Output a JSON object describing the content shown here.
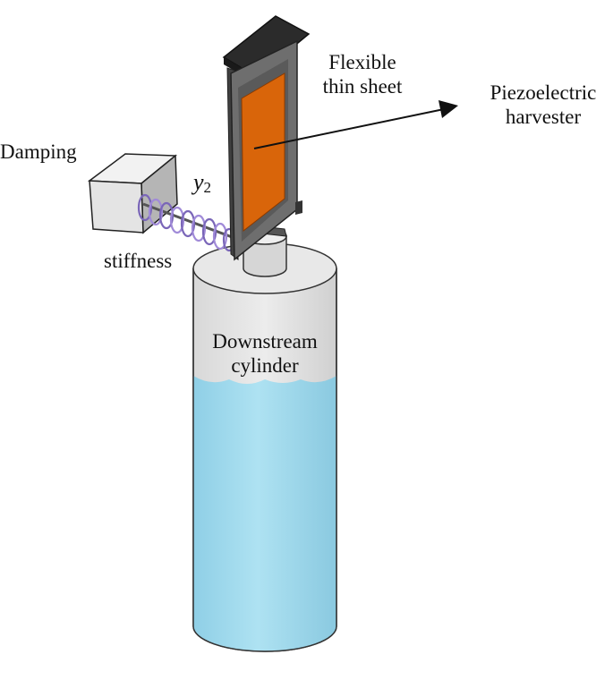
{
  "labels": {
    "flexible_sheet_line1": "Flexible",
    "flexible_sheet_line2": "thin sheet",
    "piezo_line1": "Piezoelectric",
    "piezo_line2": "harvester",
    "damping": "Damping",
    "stiffness": "stiffness",
    "displacement_symbol": "y",
    "displacement_subscript": "2",
    "cylinder_line1": "Downstream",
    "cylinder_line2": "cylinder"
  },
  "colors": {
    "cylinder_water": "#a3dcef",
    "cylinder_top": "#e6e6e6",
    "harvester_patch": "#d9650a",
    "sheet_frame": "#6f6f6f",
    "cap": "#2b2b2b",
    "spring": "#a08ad8"
  }
}
